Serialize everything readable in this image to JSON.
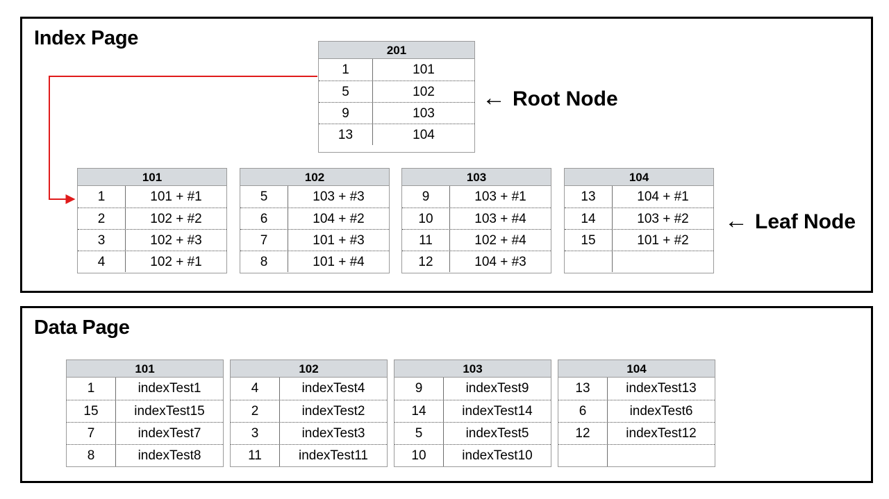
{
  "index_page": {
    "title": "Index Page",
    "root_label": "Root Node",
    "leaf_label": "Leaf Node",
    "arrow_glyph": "←",
    "root_node": {
      "page_id": "201",
      "rows": [
        {
          "key": "1",
          "value": "101"
        },
        {
          "key": "5",
          "value": "102"
        },
        {
          "key": "9",
          "value": "103"
        },
        {
          "key": "13",
          "value": "104"
        }
      ]
    },
    "leaf_nodes": [
      {
        "page_id": "101",
        "rows": [
          {
            "key": "1",
            "value": "101 + #1"
          },
          {
            "key": "2",
            "value": "102 + #2"
          },
          {
            "key": "3",
            "value": "102 + #3"
          },
          {
            "key": "4",
            "value": "102 + #1"
          }
        ]
      },
      {
        "page_id": "102",
        "rows": [
          {
            "key": "5",
            "value": "103 + #3"
          },
          {
            "key": "6",
            "value": "104 + #2"
          },
          {
            "key": "7",
            "value": "101 + #3"
          },
          {
            "key": "8",
            "value": "101 + #4"
          }
        ]
      },
      {
        "page_id": "103",
        "rows": [
          {
            "key": "9",
            "value": "103 + #1"
          },
          {
            "key": "10",
            "value": "103 + #4"
          },
          {
            "key": "11",
            "value": "102 + #4"
          },
          {
            "key": "12",
            "value": "104 + #3"
          }
        ]
      },
      {
        "page_id": "104",
        "rows": [
          {
            "key": "13",
            "value": "104 + #1"
          },
          {
            "key": "14",
            "value": "103 + #2"
          },
          {
            "key": "15",
            "value": "101 + #2"
          },
          {
            "key": "",
            "value": ""
          }
        ]
      }
    ]
  },
  "data_page": {
    "title": "Data Page",
    "nodes": [
      {
        "page_id": "101",
        "rows": [
          {
            "key": "1",
            "value": "indexTest1"
          },
          {
            "key": "15",
            "value": "indexTest15"
          },
          {
            "key": "7",
            "value": "indexTest7"
          },
          {
            "key": "8",
            "value": "indexTest8"
          }
        ]
      },
      {
        "page_id": "102",
        "rows": [
          {
            "key": "4",
            "value": "indexTest4"
          },
          {
            "key": "2",
            "value": "indexTest2"
          },
          {
            "key": "3",
            "value": "indexTest3"
          },
          {
            "key": "11",
            "value": "indexTest11"
          }
        ]
      },
      {
        "page_id": "103",
        "rows": [
          {
            "key": "9",
            "value": "indexTest9"
          },
          {
            "key": "14",
            "value": "indexTest14"
          },
          {
            "key": "5",
            "value": "indexTest5"
          },
          {
            "key": "10",
            "value": "indexTest10"
          }
        ]
      },
      {
        "page_id": "104",
        "rows": [
          {
            "key": "13",
            "value": "indexTest13"
          },
          {
            "key": "6",
            "value": "indexTest6"
          },
          {
            "key": "12",
            "value": "indexTest12"
          },
          {
            "key": "",
            "value": ""
          }
        ]
      }
    ]
  },
  "colors": {
    "header_fill": "#d6dade",
    "pointer_red": "#e01b1b",
    "panel_border": "#000000",
    "cell_border": "#9a9a9a"
  }
}
